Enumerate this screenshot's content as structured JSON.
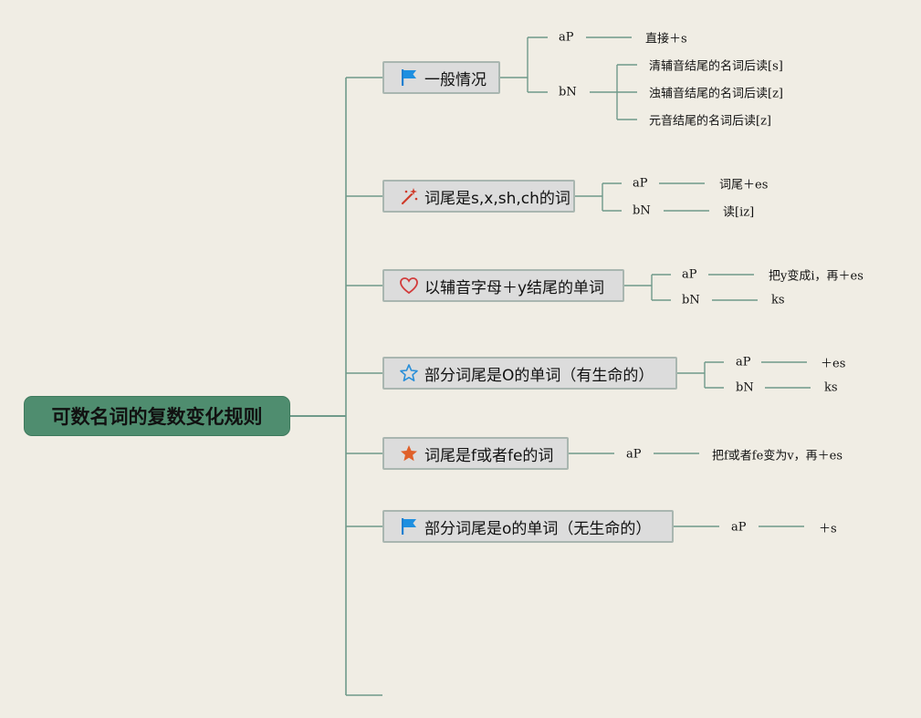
{
  "root": {
    "label": "可数名词的复数变化规则"
  },
  "branches": [
    {
      "label": "一般情况",
      "icon": "blue-flag-icon",
      "subs": [
        {
          "key": "aP",
          "value": "直接＋s"
        },
        {
          "key": "bN",
          "children": [
            "清辅音结尾的名词后读[s]",
            "浊辅音结尾的名词后读[z]",
            "元音结尾的名词后读[z]"
          ]
        }
      ]
    },
    {
      "label": "词尾是s,x,sh,ch的词",
      "icon": "magic-wand-icon",
      "subs": [
        {
          "key": "aP",
          "value": "词尾＋es"
        },
        {
          "key": "bN",
          "value": "读[iz]"
        }
      ]
    },
    {
      "label": "以辅音字母＋y结尾的单词",
      "icon": "heart-outline-icon",
      "subs": [
        {
          "key": "aP",
          "value": "把y变成i，再＋es"
        },
        {
          "key": "bN",
          "value": "ks"
        }
      ]
    },
    {
      "label": "部分词尾是O的单词（有生命的）",
      "icon": "star-outline-icon",
      "subs": [
        {
          "key": "aP",
          "value": "＋es"
        },
        {
          "key": "bN",
          "value": "ks"
        }
      ]
    },
    {
      "label": "词尾是f或者fe的词",
      "icon": "orange-star-icon",
      "subs": [
        {
          "key": "aP",
          "value": "把f或者fe变为v，再＋es"
        }
      ]
    },
    {
      "label": "部分词尾是o的单词（无生命的）",
      "icon": "blue-flag-icon",
      "subs": [
        {
          "key": "aP",
          "value": "＋s"
        }
      ]
    }
  ],
  "colors": {
    "background": "#f0ede4",
    "root_fill": "#4f8d6f",
    "topic_fill": "#dcdcdc",
    "topic_border": "#a9b6b0",
    "connector": "#6f9a8a"
  }
}
